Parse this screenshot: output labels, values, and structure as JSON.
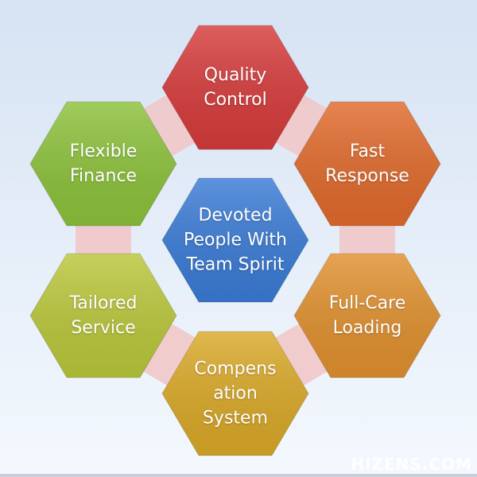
{
  "center": {
    "label": "Devoted\nPeople With\nTeam Spirit",
    "color": "#3a7bd5"
  },
  "nodes": [
    {
      "label": "Quality\nControl",
      "color": "#d63b3b"
    },
    {
      "label": "Fast\nResponse",
      "color": "#e06a2c"
    },
    {
      "label": "Full-Care\nLoading",
      "color": "#e0902e"
    },
    {
      "label": "Compens\nation\nSystem",
      "color": "#d9a827"
    },
    {
      "label": "Tailored\nService",
      "color": "#b9c73a"
    },
    {
      "label": "Flexible\nFinance",
      "color": "#8cc13b"
    }
  ],
  "connector_color": "#f2c6c6",
  "watermark": "HIZENS.COM"
}
